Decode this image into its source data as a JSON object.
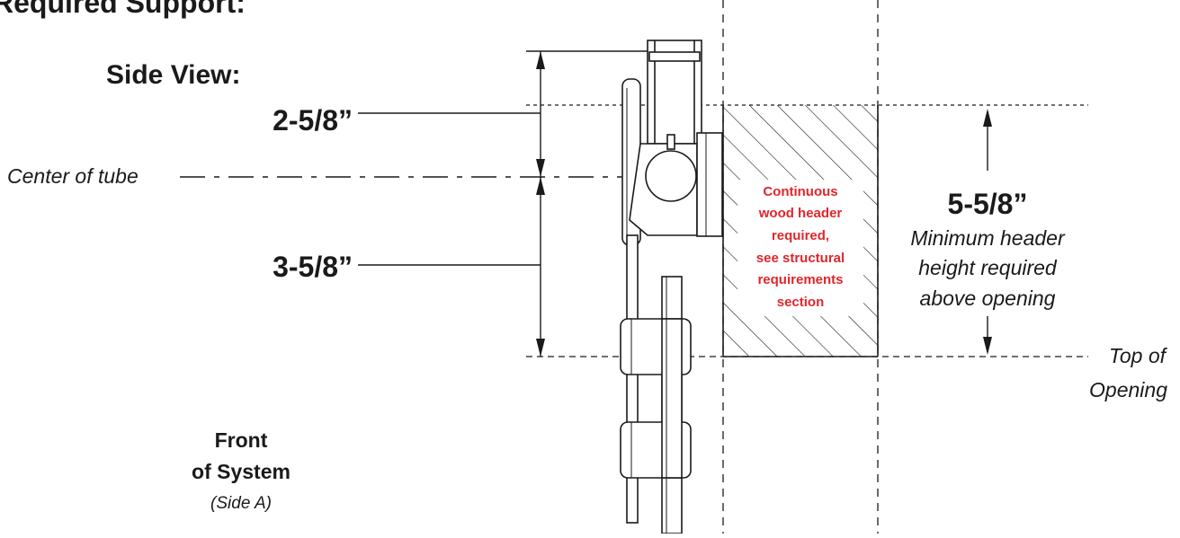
{
  "heading": "Required Support:",
  "view_title": "Side View:",
  "dimensions": {
    "upper": "2-5/8”",
    "lower": "3-5/8”",
    "total": "5-5/8”"
  },
  "labels": {
    "center_of_tube": "Center of tube",
    "top_of_opening_line1": "Top of",
    "top_of_opening_line2": "Opening",
    "min_header_line1": "Minimum header",
    "min_header_line2": "height required",
    "min_header_line3": "above opening",
    "front_line1": "Front",
    "front_line2": "of System",
    "front_line3": "(Side A)"
  },
  "header_note": {
    "lines": [
      "Continuous",
      "wood header",
      "required,",
      "see structural",
      "requirements",
      "section"
    ]
  },
  "colors": {
    "ink": "#1a1a1a",
    "note_red": "#e0262b",
    "background": "#ffffff"
  }
}
